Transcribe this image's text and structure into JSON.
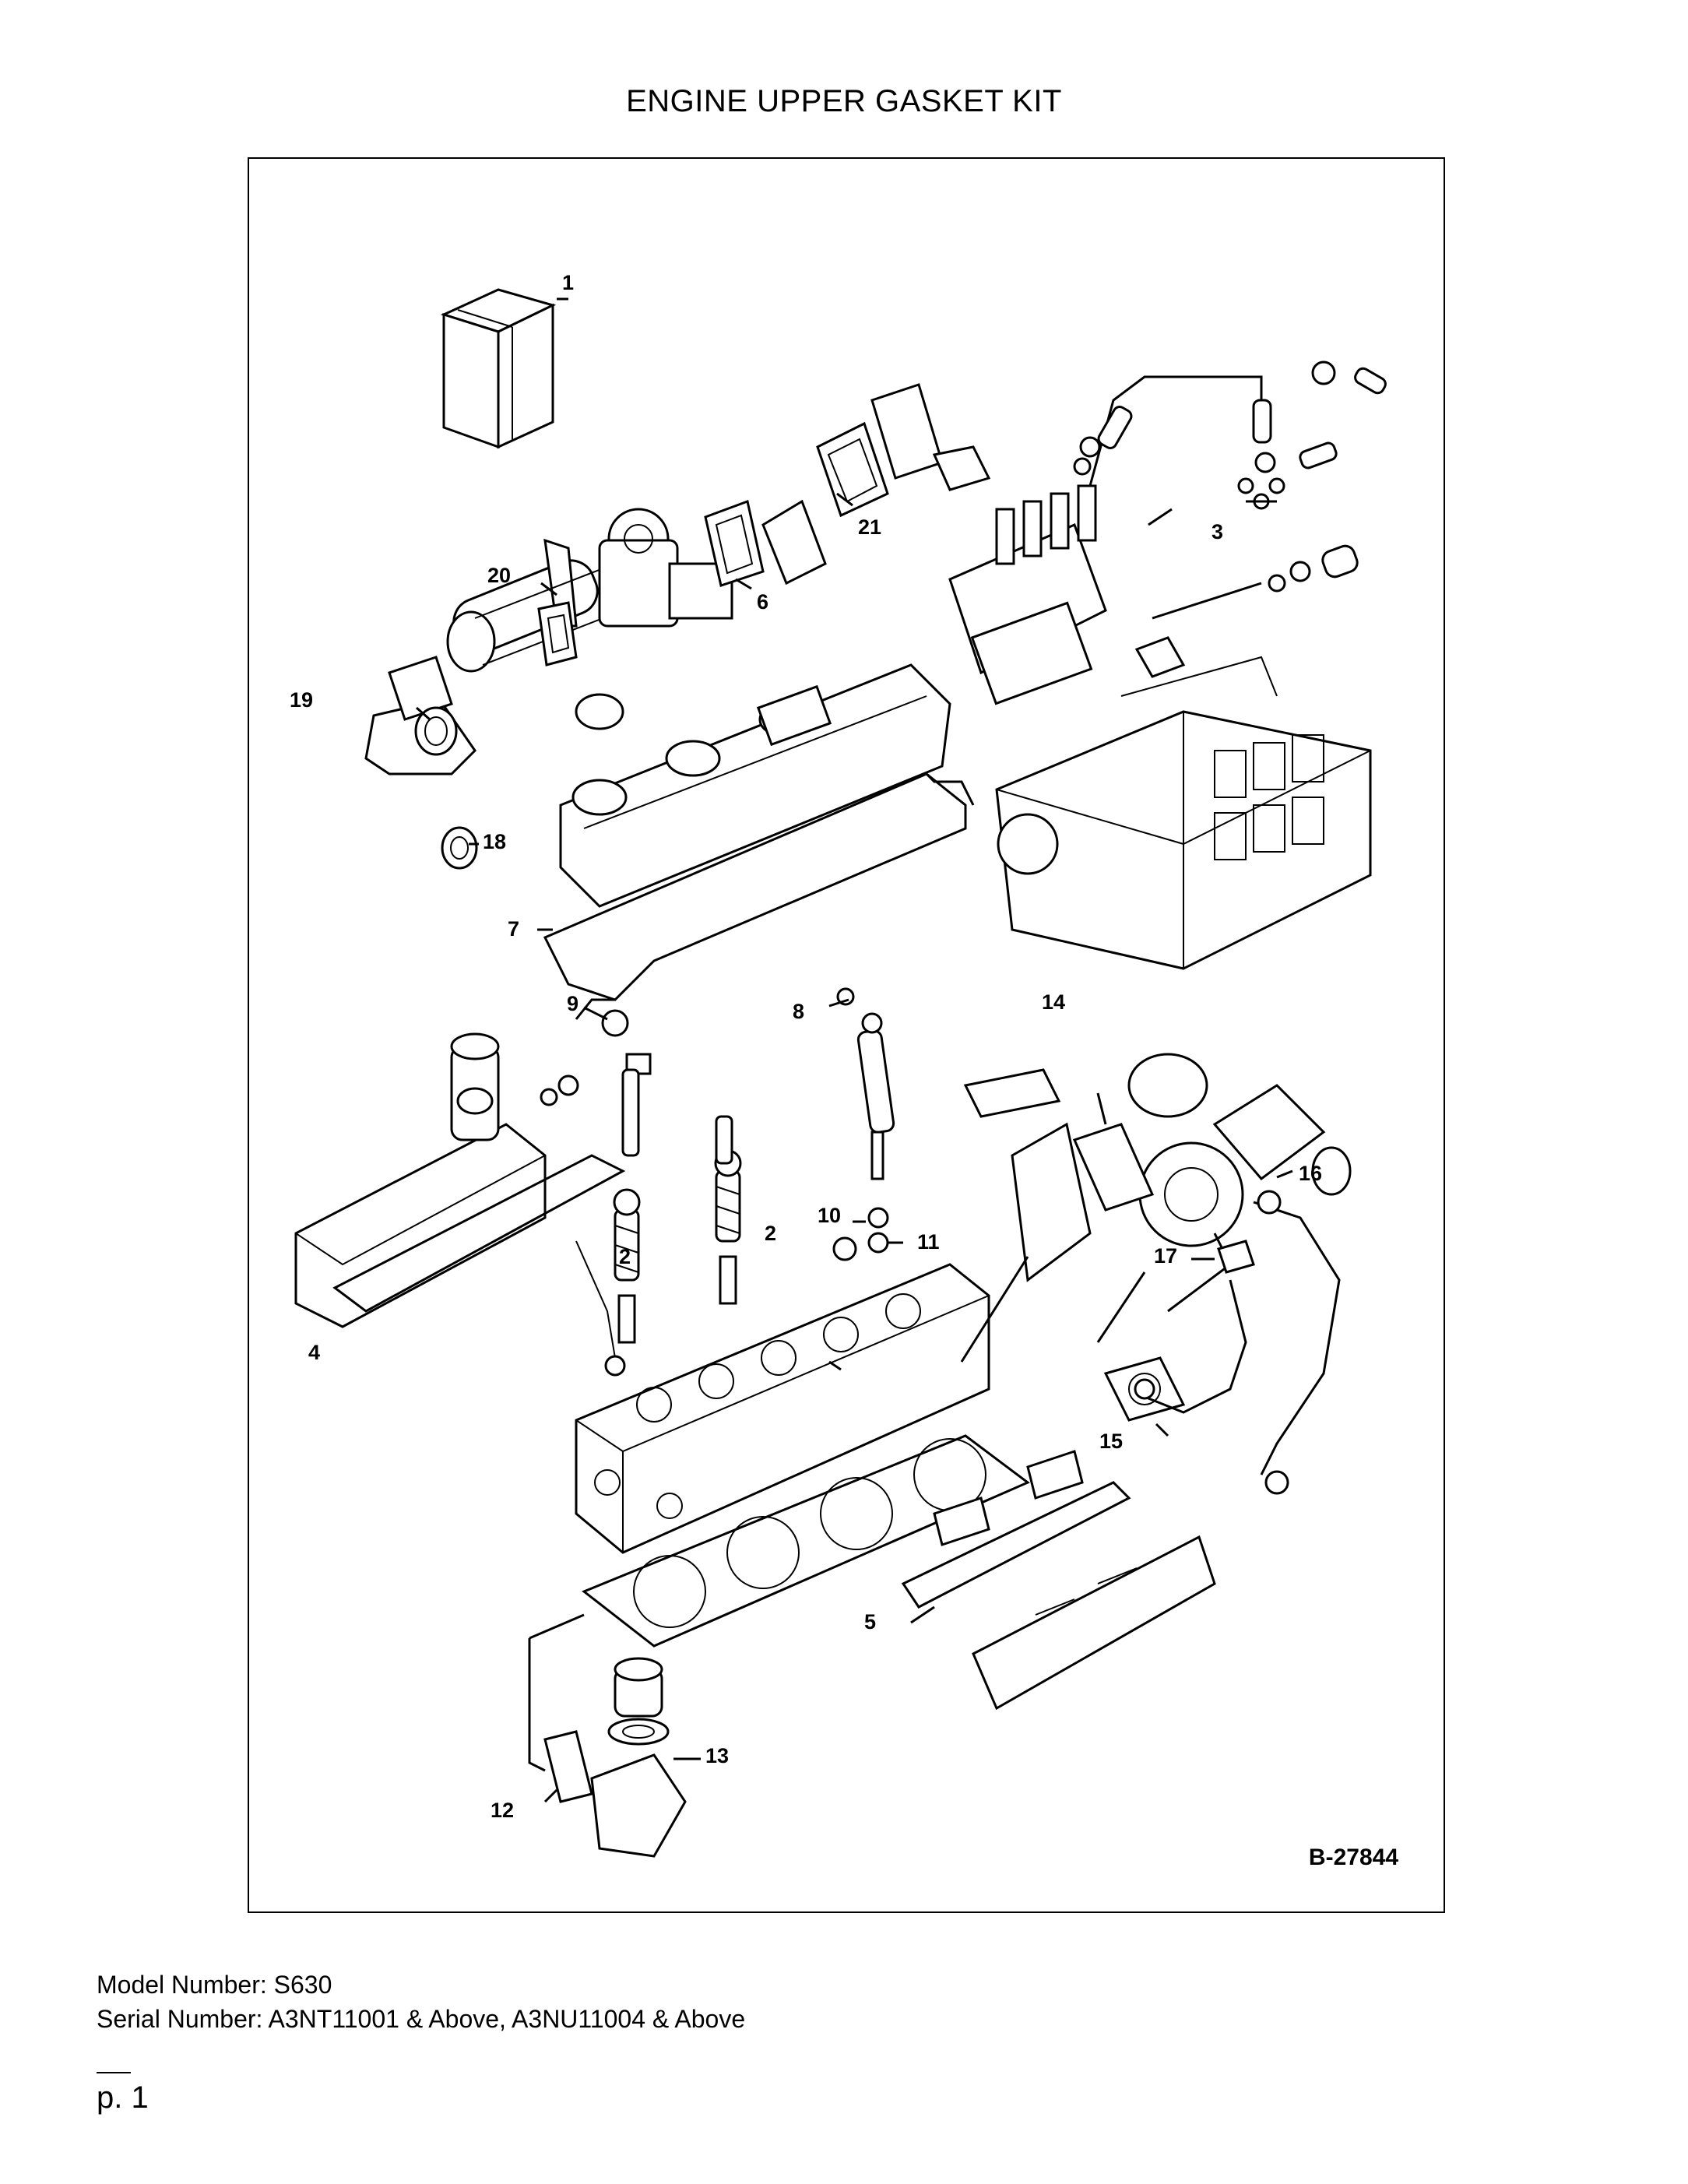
{
  "title": "ENGINE UPPER GASKET KIT",
  "figure_id": "B-27844",
  "callouts": [
    "1",
    "2",
    "2",
    "3",
    "4",
    "5",
    "6",
    "7",
    "8",
    "9",
    "10",
    "11",
    "12",
    "13",
    "14",
    "15",
    "16",
    "17",
    "18",
    "19",
    "20",
    "21"
  ],
  "footer": {
    "model_line": "Model Number: S630",
    "serial_line": "Serial Number: A3NT11001 & Above, A3NU11004 & Above"
  },
  "page_number": "p. 1",
  "icons": [
    "gasket-kit-box-icon"
  ]
}
